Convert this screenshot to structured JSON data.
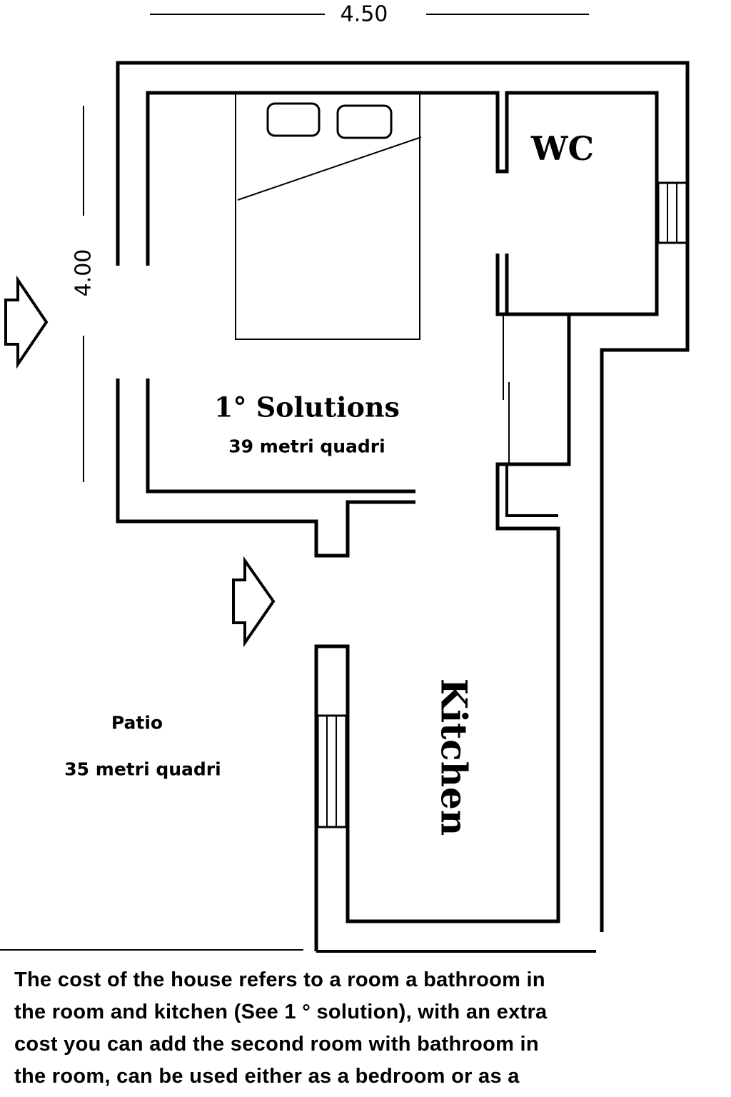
{
  "dimensions": {
    "width_label": "4.50",
    "depth_label": "4.00"
  },
  "rooms": {
    "wc": "WC",
    "main_title": "1° Solutions",
    "main_area": "39 metri quadri",
    "patio_title": "Patio",
    "patio_area": "35 metri quadri",
    "kitchen": "Kitchen"
  },
  "description": [
    "The cost of the house refers to a room a bathroom in",
    "the room and kitchen (See 1 ° solution), with an extra",
    "cost you can add the second room with bathroom in",
    "the room, can be used either as a bedroom or as a"
  ],
  "colors": {
    "ink": "#000000",
    "background": "#ffffff"
  }
}
